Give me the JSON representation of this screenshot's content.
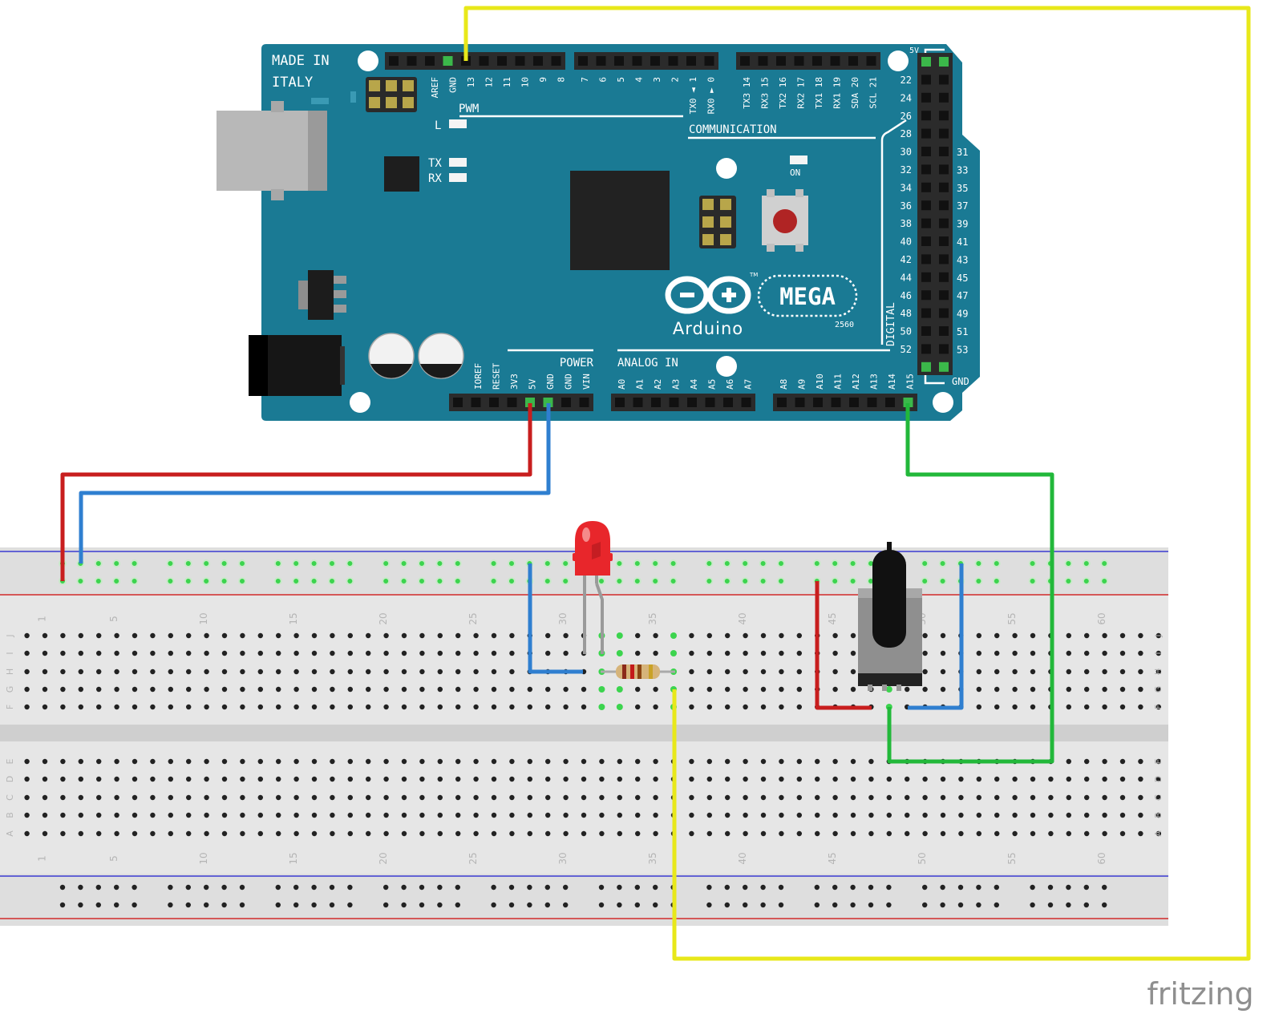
{
  "board": {
    "made_in": "MADE IN",
    "country": "ITALY",
    "pwm": "PWM",
    "communication": "COMMUNICATION",
    "power": "POWER",
    "analog_in": "ANALOG IN",
    "digital": "DIGITAL",
    "led_l": "L",
    "led_tx": "TX",
    "led_rx": "RX",
    "led_on": "ON",
    "brand": "Arduino",
    "model": "MEGA",
    "model_number": "2560",
    "trademark": "TM",
    "top_pins_a": [
      "AREF",
      "GND",
      "13",
      "12",
      "11",
      "10",
      "9",
      "8"
    ],
    "top_pins_b": [
      "7",
      "6",
      "5",
      "4",
      "3",
      "2",
      "TX0 ◄ 1",
      "RX0 ► 0"
    ],
    "top_pins_c": [
      "TX3 14",
      "RX3 15",
      "TX2 16",
      "RX2 17",
      "TX1 18",
      "RX1 19",
      "SDA 20",
      "SCL 21"
    ],
    "power_pins": [
      "IOREF",
      "RESET",
      "3V3",
      "5V",
      "GND",
      "GND",
      "VIN"
    ],
    "analog_pins_a": [
      "A0",
      "A1",
      "A2",
      "A3",
      "A4",
      "A5",
      "A6",
      "A7"
    ],
    "analog_pins_b": [
      "A8",
      "A9",
      "A10",
      "A11",
      "A12",
      "A13",
      "A14",
      "A15"
    ],
    "digital_even": [
      "22",
      "24",
      "26",
      "28",
      "30",
      "32",
      "34",
      "36",
      "38",
      "40",
      "42",
      "44",
      "46",
      "48",
      "50",
      "52"
    ],
    "digital_odd": [
      "31",
      "33",
      "35",
      "37",
      "39",
      "41",
      "43",
      "45",
      "47",
      "49",
      "51",
      "53"
    ],
    "header_5v": "5V",
    "header_gnd": "GND"
  },
  "breadboard": {
    "column_numbers": [
      "1",
      "5",
      "10",
      "15",
      "20",
      "25",
      "30",
      "35",
      "40",
      "45",
      "50",
      "55",
      "60"
    ],
    "rows_top": [
      "J",
      "I",
      "H",
      "G",
      "F"
    ],
    "rows_bottom": [
      "E",
      "D",
      "C",
      "B",
      "A"
    ]
  },
  "watermark": "fritzing",
  "colors": {
    "board": "#1a7a94",
    "wire_5v": "#cc1f1f",
    "wire_gnd": "#2f7fd0",
    "wire_analog": "#22b83a",
    "wire_signal": "#eeee22",
    "led": "#e8262b"
  }
}
